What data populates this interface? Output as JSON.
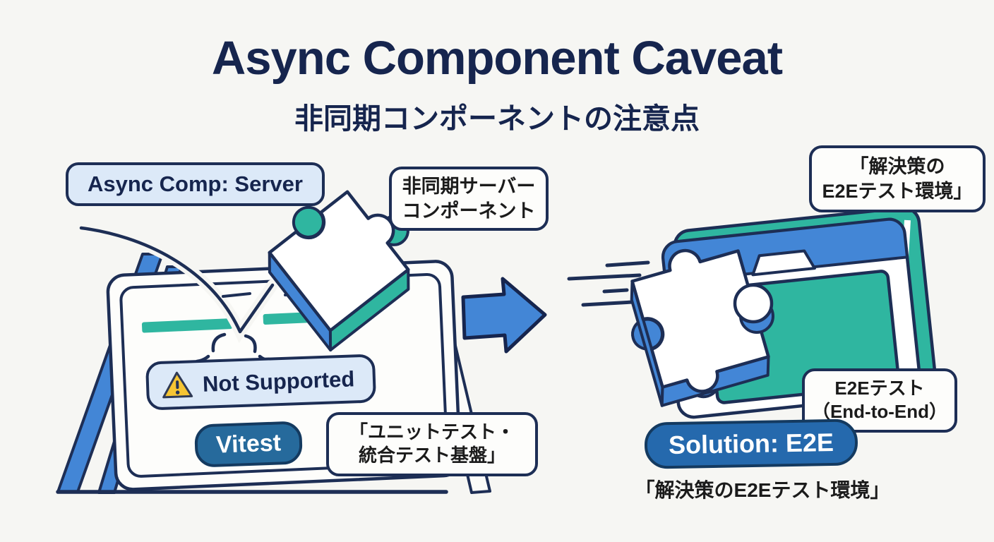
{
  "header": {
    "title": "Async Component Caveat",
    "subtitle": "非同期コンポーネントの注意点"
  },
  "left_panel": {
    "server_tag": "Async Comp: Server",
    "async_note": {
      "line1": "非同期サーバー",
      "line2": "コンポーネント"
    },
    "not_supported": {
      "label": "Not Supported",
      "icon": "warning-triangle"
    },
    "vitest_button": "Vitest",
    "unit_note": {
      "line1": "「ユニットテスト・",
      "line2": "統合テスト基盤」"
    }
  },
  "right_panel": {
    "solution_note": {
      "line1": "「解決策の",
      "line2": "E2Eテスト環境」"
    },
    "e2e_note": {
      "line1": "E2Eテスト",
      "line2": "（End-to-End）"
    },
    "solution_button": "Solution: E2E",
    "caption": "「解決策のE2Eテスト環境」"
  },
  "icons": {
    "warning": "warning-triangle-icon",
    "arrow": "right-block-arrow-icon",
    "speed_lines": "speed-lines",
    "puzzle": "puzzle-piece-icon"
  },
  "colors": {
    "background": "#f6f6f3",
    "navy": "#1d2e55",
    "text_navy": "#16254e",
    "blue": "#4386d6",
    "teal": "#2fb6a0",
    "light_blue_pill": "#dce9f8",
    "vitest_button": "#266a9c",
    "solution_button": "#2569ad",
    "button_border": "#143a60",
    "warning_yellow": "#f6c533",
    "text_black": "#1b1b1b"
  }
}
